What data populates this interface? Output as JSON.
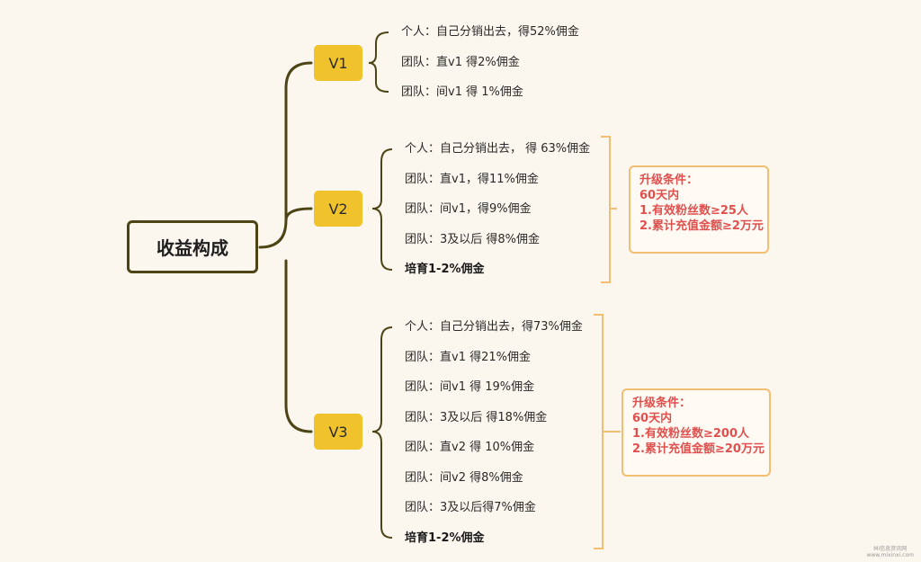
{
  "root": {
    "label": "收益构成"
  },
  "levels": [
    {
      "label": "V1",
      "items": [
        "个人：自己分销出去，得52%佣金",
        "团队：直v1 得2%佣金",
        "团队：间v1 得 1%佣金"
      ]
    },
    {
      "label": "V2",
      "items": [
        "个人：自己分销出去， 得 63%佣金",
        "团队：直v1，得11%佣金",
        "团队：间v1，得9%佣金",
        "团队：3及以后 得8%佣金",
        "培育1-2%佣金"
      ],
      "conditions": [
        "升级条件：",
        "60天内",
        "1.有效粉丝数≥25人",
        "2.累计充值金额≥2万元"
      ]
    },
    {
      "label": "V3",
      "items": [
        "个人：自己分销出去，得73%佣金",
        "团队：直v1  得21%佣金",
        "团队：间v1 得 19%佣金",
        "团队：3及以后 得18%佣金",
        "团队：直v2 得 10%佣金",
        "团队：间v2 得8%佣金",
        "团队：3及以后得7%佣金",
        "培育1-2%佣金"
      ],
      "conditions": [
        "升级条件：",
        "60天内",
        "1.有效粉丝数≥200人",
        "2.累计充值金额≥20万元"
      ]
    }
  ],
  "watermark": {
    "line1": "Mi信息资讯网",
    "line2": "www.mixinxi.com"
  },
  "colors": {
    "background": "#fbf6ee",
    "root_border": "#4d4416",
    "connector": "#4d4416",
    "level_fill": "#f0c32d",
    "condition_border": "#f3be72",
    "condition_text": "#e0504e"
  }
}
